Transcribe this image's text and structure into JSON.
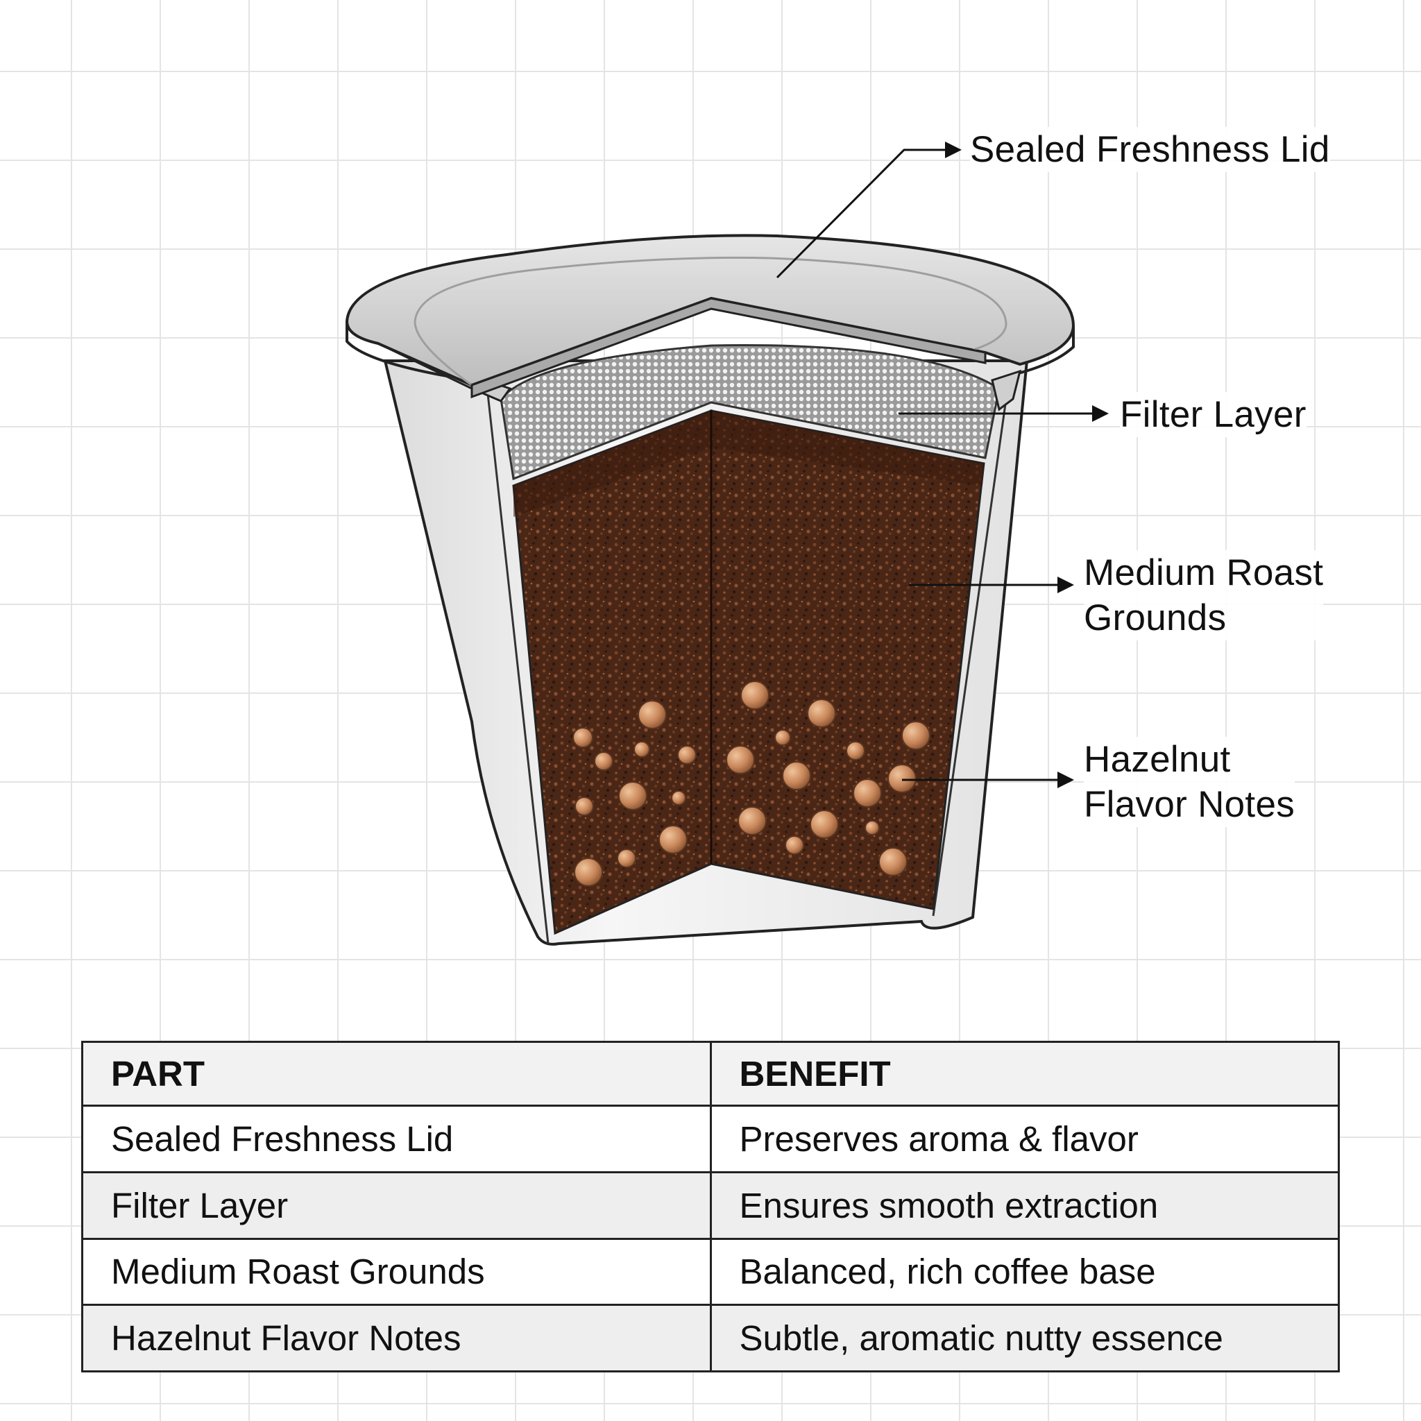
{
  "callouts": {
    "lid": "Sealed Freshness Lid",
    "filter": "Filter Layer",
    "grounds_line1": "Medium Roast",
    "grounds_line2": "Grounds",
    "hazelnut_line1": "Hazelnut",
    "hazelnut_line2": "Flavor Notes"
  },
  "table": {
    "headers": [
      "PART",
      "BENEFIT"
    ],
    "rows": [
      [
        "Sealed Freshness Lid",
        "Preserves aroma & flavor"
      ],
      [
        "Filter Layer",
        "Ensures smooth extraction"
      ],
      [
        "Medium Roast Grounds",
        "Balanced, rich coffee base"
      ],
      [
        "Hazelnut Flavor Notes",
        "Subtle, aromatic nutty essence"
      ]
    ]
  },
  "colors": {
    "grid": "#e4e4e4",
    "cup_body": "#ececec",
    "lid": "#cfcfcf",
    "grounds": "#4a2616",
    "hazelnut": "#c8865a",
    "table_border": "#222222",
    "row_alt": "#eeeeee"
  }
}
